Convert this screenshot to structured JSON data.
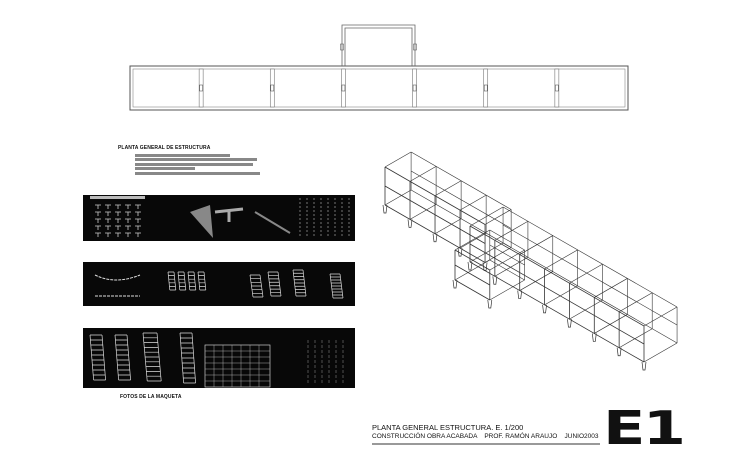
{
  "sheet": {
    "plan_title": "PLANTA GENERAL DE ESTRUCTURA",
    "photos_caption": "FOTOS DE LA MAQUETA",
    "title_block": {
      "line1": "PLANTA GENERAL ESTRUCTURA. E. 1/200",
      "line2": "CONSTRUCCIÓN OBRA ACABADA    PROF. RAMÓN ARAUJO    JUNIO2003"
    },
    "sheet_number": "E1",
    "plan_bays": 7
  }
}
